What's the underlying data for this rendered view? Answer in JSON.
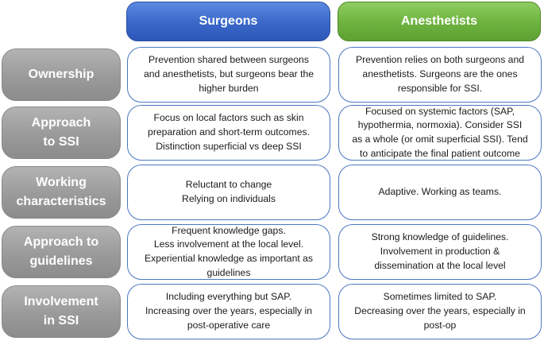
{
  "headers": {
    "surgeons": "Surgeons",
    "anesthetists": "Anesthetists"
  },
  "colors": {
    "surgeons_header": "#3a67c8",
    "anesthetists_header": "#6db23e",
    "row_label": "#9a9a9a",
    "cell_border": "#4a78c0"
  },
  "rows": [
    {
      "label": "Ownership",
      "surgeons": "Prevention shared between surgeons\nand anesthetists, but surgeons bear the\nhigher burden",
      "anesthetists": "Prevention relies on both surgeons and\nanesthetists. Surgeons are the ones\nresponsible for SSI."
    },
    {
      "label": "Approach\nto SSI",
      "surgeons": "Focus on local factors such as skin\npreparation and short-term outcomes.\nDistinction superficial vs deep SSI",
      "anesthetists": "Focused on systemic factors (SAP,\nhypothermia, normoxia). Consider SSI\nas a whole (or omit superficial SSI). Tend\nto anticipate the final patient outcome"
    },
    {
      "label": "Working\ncharacteristics",
      "surgeons": "Reluctant to change\nRelying on individuals",
      "anesthetists": "Adaptive. Working as teams."
    },
    {
      "label": "Approach to\nguidelines",
      "surgeons": "Frequent knowledge gaps.\nLess involvement at the local level.\nExperiential knowledge as important as\nguidelines",
      "anesthetists": "Strong knowledge of guidelines.\nInvolvement in production &\ndissemination at the local level"
    },
    {
      "label": "Involvement\nin SSI",
      "surgeons": "Including everything but SAP.\nIncreasing over the years, especially in\npost-operative care",
      "anesthetists": "Sometimes limited to SAP.\nDecreasing over the years, especially in\npost-op"
    }
  ]
}
